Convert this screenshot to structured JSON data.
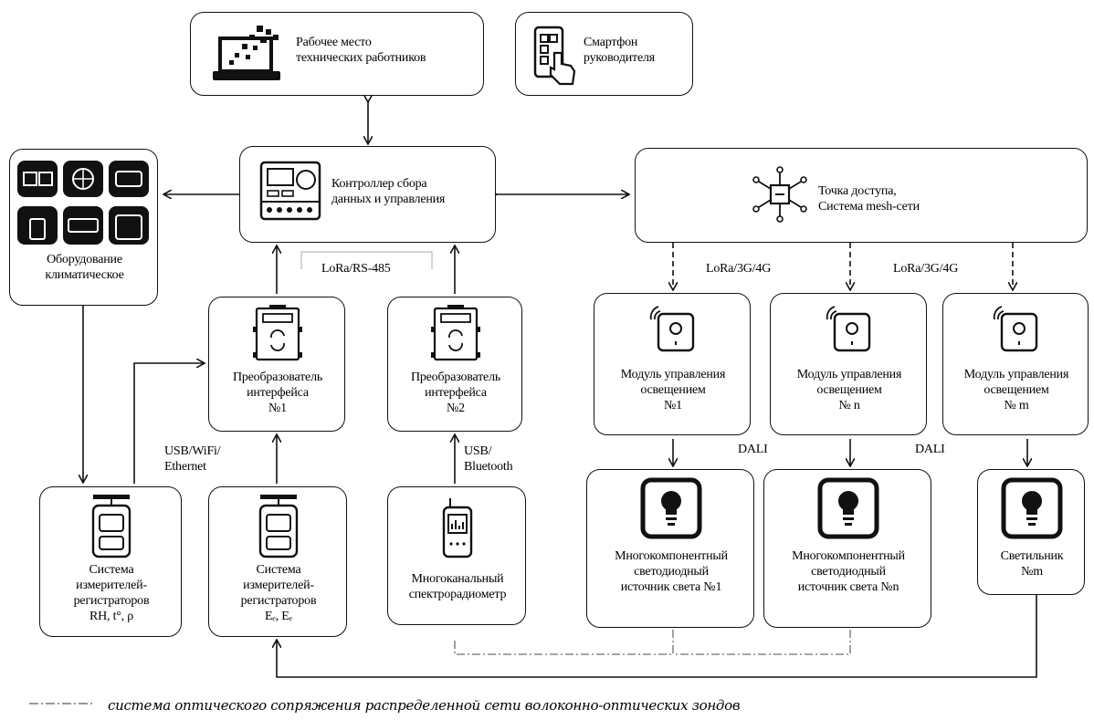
{
  "workstation": {
    "label": "Рабочее место\nтехнических работников",
    "icon": "laptop-icon"
  },
  "smartphone": {
    "label": "Смартфон\nруководителя",
    "icon": "smartphone-icon"
  },
  "controller": {
    "label": "Контроллер сбора\nданных и управления",
    "icon": "controller-icon"
  },
  "access_point": {
    "label": "Точка доступа,\nСистема mesh-сети",
    "icon": "network-hub-icon"
  },
  "climate": {
    "label": "Оборудование\nклиматическое",
    "icon": "climate-equipment-icon"
  },
  "converter1": {
    "label": "Преобразователь\nинтерфейса\n№1",
    "icon": "converter-icon"
  },
  "converter2": {
    "label": "Преобразователь\nинтерфейса\n№2",
    "icon": "converter-icon"
  },
  "sensors_rh": {
    "label": "Система\nизмерителей-\nрегистраторов\nRH, t°, ρ",
    "icon": "sensor-icon"
  },
  "sensors_e": {
    "label": "Система\nизмерителей-\nрегистраторов\nEₑ, Eₑ",
    "icon": "sensor-icon"
  },
  "spectro": {
    "label": "Многоканальный\nспектрорадиометр",
    "icon": "spectroradiometer-icon"
  },
  "modules": [
    {
      "label": "Модуль управления\nосвещением\n№1"
    },
    {
      "label": "Модуль управления\nосвещением\n№ n"
    },
    {
      "label": "Модуль управления\nосвещением\n№ m"
    }
  ],
  "sources": [
    {
      "label": "Многокомпонентный\nсветодиодный\nисточник света №1"
    },
    {
      "label": "Многокомпонентный\nсветодиодный\nисточник света №n"
    }
  ],
  "luminaire": {
    "label": "Светильник\n№m"
  },
  "connections": {
    "lora_rs485": "LoRa/RS-485",
    "lora_3g_4g_1": "LoRa/3G/4G",
    "lora_3g_4g_2": "LoRa/3G/4G",
    "usb_wifi": "USB/WiFi/\nEthernet",
    "usb_bt": "USB/\nBluetooth",
    "dali_1": "DALI",
    "dali_2": "DALI"
  },
  "legend": {
    "text": "система оптического сопряжения распределенной сети волоконно-оптических зондов"
  }
}
